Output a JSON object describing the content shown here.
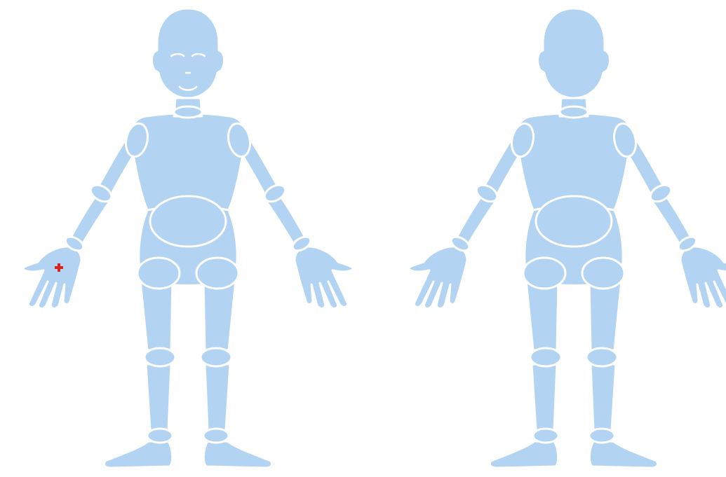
{
  "colors": {
    "body": "#b3d3f3",
    "outline": "#ffffff",
    "marker": "#d9211e",
    "background": "#ffffff"
  },
  "figures": [
    {
      "view": "front",
      "has_face": true
    },
    {
      "view": "back",
      "has_face": false
    }
  ],
  "marker": {
    "icon": "red-cross-icon",
    "figure_view": "front",
    "location": "right-palm"
  }
}
